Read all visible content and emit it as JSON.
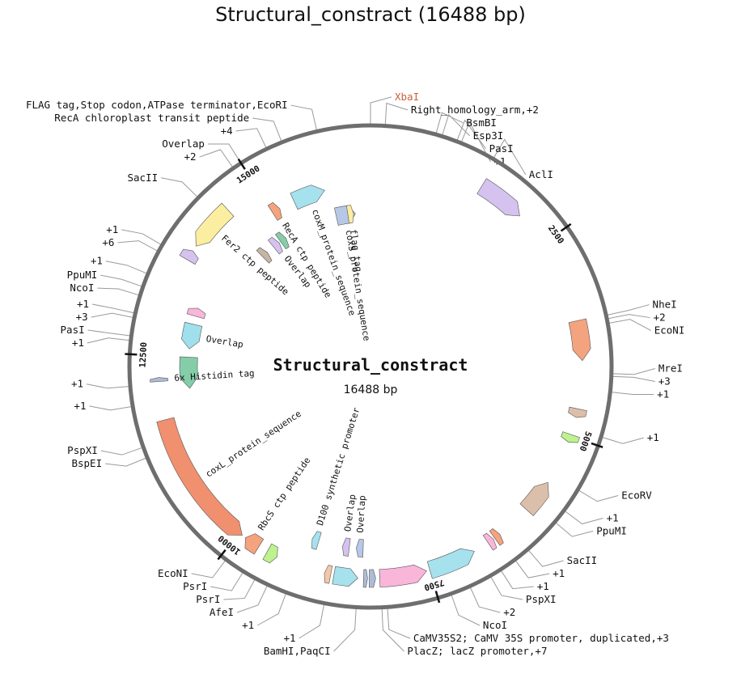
{
  "map": {
    "title": "Structural_constract (16488 bp)",
    "name": "Structural_constract",
    "length_label": "16488 bp",
    "length_bp": 16488,
    "backbone_color": "#6e6e6e",
    "ticks": [
      {
        "bp": 2500,
        "label": "2500"
      },
      {
        "bp": 5000,
        "label": "5000"
      },
      {
        "bp": 7500,
        "label": "7500"
      },
      {
        "bp": 10000,
        "label": "10000"
      },
      {
        "bp": 12500,
        "label": "12500"
      },
      {
        "bp": 15000,
        "label": "15000"
      }
    ],
    "sites": [
      {
        "text": "XbaI",
        "bp": 0,
        "color": "#c8613f"
      },
      {
        "text": "Right_homology_arm,+2",
        "bp": 160
      },
      {
        "text": "BsmBI",
        "bp": 720
      },
      {
        "text": "Esp3I",
        "bp": 790
      },
      {
        "text": "PasI",
        "bp": 960
      },
      {
        "text": "+1",
        "bp": 1010
      },
      {
        "text": "AclI",
        "bp": 1400
      },
      {
        "text": "NheI",
        "bp": 3560
      },
      {
        "text": "+2",
        "bp": 3600
      },
      {
        "text": "EcoNI",
        "bp": 3650
      },
      {
        "text": "MreI",
        "bp": 4200
      },
      {
        "text": "+3",
        "bp": 4230
      },
      {
        "text": "+1",
        "bp": 4400
      },
      {
        "text": "+1",
        "bp": 4900
      },
      {
        "text": "EcoRV",
        "bp": 5530
      },
      {
        "text": "+1",
        "bp": 5800
      },
      {
        "text": "PpuMI",
        "bp": 5960
      },
      {
        "text": "SacII",
        "bp": 6380
      },
      {
        "text": "+1",
        "bp": 6560
      },
      {
        "text": "+1",
        "bp": 6750
      },
      {
        "text": "PspXI",
        "bp": 6880
      },
      {
        "text": "+2",
        "bp": 7130
      },
      {
        "text": "NcoI",
        "bp": 7350
      },
      {
        "text": "CaMV35S2; CaMV 35S promoter, duplicated,+3",
        "bp": 8060
      },
      {
        "text": "PlacZ; lacZ promoter,+7",
        "bp": 8120
      },
      {
        "text": "BamHI,PaqCI",
        "bp": 8400
      },
      {
        "text": "+1",
        "bp": 8750
      },
      {
        "text": "+1",
        "bp": 9180
      },
      {
        "text": "AfeI",
        "bp": 9400
      },
      {
        "text": "PsrI",
        "bp": 9550
      },
      {
        "text": "PsrI",
        "bp": 9700
      },
      {
        "text": "EcoNI",
        "bp": 9930
      },
      {
        "text": "BspEI",
        "bp": 11350
      },
      {
        "text": "PspXI",
        "bp": 11470
      },
      {
        "text": "+1",
        "bp": 11930
      },
      {
        "text": "+1",
        "bp": 12150
      },
      {
        "text": "+1",
        "bp": 12650
      },
      {
        "text": "PasI",
        "bp": 12700
      },
      {
        "text": "+3",
        "bp": 12900
      },
      {
        "text": "+1",
        "bp": 12950
      },
      {
        "text": "NcoI",
        "bp": 13150
      },
      {
        "text": "PpuMI",
        "bp": 13250
      },
      {
        "text": "+1",
        "bp": 13400
      },
      {
        "text": "+6",
        "bp": 13670
      },
      {
        "text": "+1",
        "bp": 13750
      },
      {
        "text": "SacII",
        "bp": 14400
      },
      {
        "text": "+2",
        "bp": 14900
      },
      {
        "text": "Overlap",
        "bp": 15000
      },
      {
        "text": "+4",
        "bp": 15320
      },
      {
        "text": "RecA chloroplast transit peptide",
        "bp": 15500
      },
      {
        "text": "FLAG tag,Stop codon,ATPase terminator,EcoRI",
        "bp": 15900
      }
    ],
    "features": [
      {
        "name": "",
        "start": 1450,
        "end": 2050,
        "track": 0,
        "color": "#d5c2ee",
        "dir": 1
      },
      {
        "name": "",
        "start": 3550,
        "end": 4050,
        "track": 0,
        "color": "#f4a37f",
        "dir": 1
      },
      {
        "name": "",
        "start": 4650,
        "end": 4760,
        "track": 0,
        "color": "#dbbfaa",
        "dir": 1
      },
      {
        "name": "",
        "start": 4980,
        "end": 5080,
        "track": 0,
        "color": "#bdf28f",
        "dir": 1
      },
      {
        "name": "",
        "start": 5640,
        "end": 6070,
        "track": 0,
        "color": "#dbbfaa",
        "dir": -1
      },
      {
        "name": "",
        "start": 6520,
        "end": 6600,
        "track": 0,
        "color": "#f4a37f",
        "dir": -1
      },
      {
        "name": "",
        "start": 6620,
        "end": 6700,
        "track": 0,
        "color": "#f9b6d9",
        "dir": -1
      },
      {
        "name": "",
        "start": 6900,
        "end": 7500,
        "track": 0,
        "color": "#a6e1ee",
        "dir": -1
      },
      {
        "name": "",
        "start": 7540,
        "end": 8130,
        "track": 0,
        "color": "#f9b6d9",
        "dir": -1
      },
      {
        "name": "",
        "start": 8180,
        "end": 8260,
        "track": 0,
        "color": "#aebbd8",
        "dir": -1
      },
      {
        "name": "",
        "start": 8280,
        "end": 8330,
        "track": 0,
        "color": "#aebbd8",
        "dir": -1
      },
      {
        "name": "",
        "start": 8400,
        "end": 8700,
        "track": 0,
        "color": "#a6e1ee",
        "dir": -1
      },
      {
        "name": "",
        "start": 8740,
        "end": 8820,
        "track": 0,
        "color": "#f2c9a8",
        "dir": 1
      },
      {
        "name": "",
        "start": 9440,
        "end": 9580,
        "track": 0,
        "color": "#bdf28f",
        "dir": -1
      },
      {
        "name": "Overlap",
        "start": 8350,
        "end": 8450,
        "track": 1,
        "color": "#b7c7e6",
        "dir": 1
      },
      {
        "name": "Overlap",
        "start": 8550,
        "end": 8650,
        "track": 1,
        "color": "#d5c2ee",
        "dir": 1
      },
      {
        "name": "D100 synthetic promoter",
        "start": 9000,
        "end": 9100,
        "track": 1,
        "color": "#a6e1ee",
        "dir": 1
      },
      {
        "name": "RbcS ctp peptide",
        "start": 9700,
        "end": 9900,
        "track": 0,
        "color": "#f4a37f",
        "dir": 1
      },
      {
        "name": "coxL_protein_sequence",
        "start": 9950,
        "end": 11700,
        "track": 0,
        "color": "#f0906e",
        "dir": -1
      },
      {
        "name": "6x Histidin tag",
        "start": 12180,
        "end": 12230,
        "track": 0,
        "color": "#aebbd8",
        "dir": 1
      },
      {
        "name": "",
        "start": 12050,
        "end": 12500,
        "track": 1,
        "color": "#84cda8",
        "dir": -1
      },
      {
        "name": "Overlap",
        "start": 12620,
        "end": 12980,
        "track": 1,
        "color": "#9fe0ec",
        "dir": -1
      },
      {
        "name": "",
        "start": 13100,
        "end": 13220,
        "track": 1,
        "color": "#f9b6d9",
        "dir": 1
      },
      {
        "name": "",
        "start": 13750,
        "end": 13880,
        "track": 0,
        "color": "#d5c2ee",
        "dir": 1
      },
      {
        "name": "Fer2 ctp peptide",
        "start": 13950,
        "end": 14550,
        "track": 0,
        "color": "#fbeea0",
        "dir": -1
      },
      {
        "name": "",
        "start": 14450,
        "end": 14560,
        "track": 2,
        "color": "#c4b5a5",
        "dir": 1
      },
      {
        "name": "Overlap",
        "start": 14700,
        "end": 14820,
        "track": 2,
        "color": "#d5c2ee",
        "dir": 1
      },
      {
        "name": "",
        "start": 14850,
        "end": 14960,
        "track": 2,
        "color": "#84cda8",
        "dir": 1
      },
      {
        "name": "coxM_protein_sequence",
        "start": 15350,
        "end": 15820,
        "track": 1,
        "color": "#a6e1ee",
        "dir": 1
      },
      {
        "name": "RecA ctp peptide",
        "start": 15000,
        "end": 15120,
        "track": 1,
        "color": "#f4a37f",
        "dir": 1
      },
      {
        "name": "coxS_protein_sequence",
        "start": 15900,
        "end": 16230,
        "track": 2,
        "color": "#b7c7e6",
        "dir": 1
      },
      {
        "name": "flag tag",
        "start": 16100,
        "end": 16200,
        "track": 2,
        "color": "#fbeea0",
        "dir": 1
      }
    ]
  }
}
